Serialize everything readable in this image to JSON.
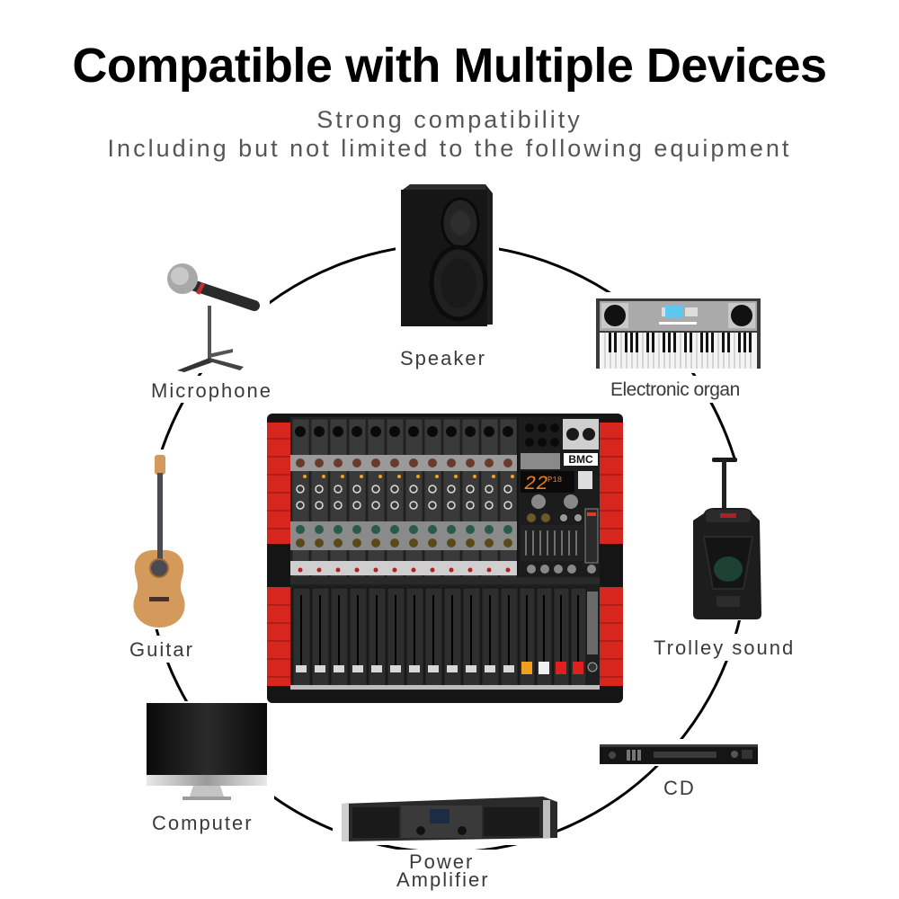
{
  "header": {
    "title": "Compatible with Multiple Devices",
    "subtitle_line1": "Strong compatibility",
    "subtitle_line2": "Including but not limited to the following equipment"
  },
  "center_product": {
    "name": "audio-mixer",
    "brand": "BMC",
    "display_digits": "22",
    "channel_count": 12
  },
  "devices": [
    {
      "id": "speaker",
      "label": "Speaker",
      "icon": "speaker-icon"
    },
    {
      "id": "electronic-organ",
      "label": "Electronic organ",
      "icon": "keyboard-icon"
    },
    {
      "id": "trolley-sound",
      "label": "Trolley sound",
      "icon": "trolley-speaker-icon"
    },
    {
      "id": "cd",
      "label": "CD",
      "icon": "cd-player-icon"
    },
    {
      "id": "power-amplifier",
      "label_line1": "Power",
      "label_line2": "Amplifier",
      "icon": "power-amplifier-icon"
    },
    {
      "id": "computer",
      "label": "Computer",
      "icon": "computer-monitor-icon"
    },
    {
      "id": "guitar",
      "label": "Guitar",
      "icon": "guitar-icon"
    },
    {
      "id": "microphone",
      "label": "Microphone",
      "icon": "microphone-icon"
    }
  ],
  "colors": {
    "accent_red": "#d7261e",
    "mixer_body": "#1c1c1c",
    "text_gray": "#3a3a3a",
    "guitar_wood": "#d39a5b"
  }
}
